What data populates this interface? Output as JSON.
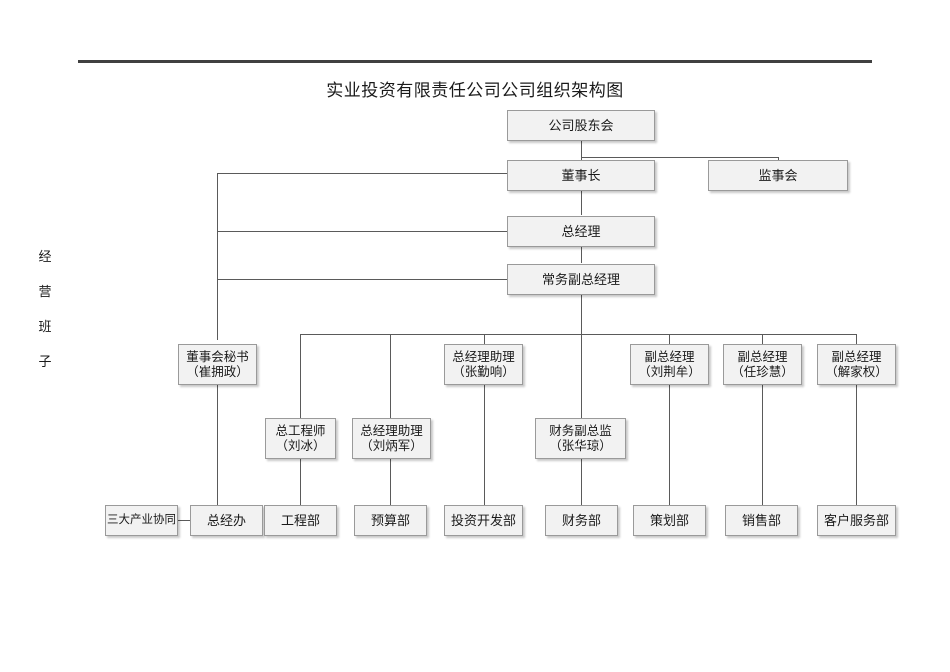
{
  "document": {
    "title": "实业投资有限责任公司公司组织架构图",
    "side_label_text": "经营班子",
    "side_label_chars": [
      "经",
      "营",
      "班",
      "子"
    ]
  },
  "style": {
    "node_fill": "#f2f2f2",
    "node_border": "#9a9a9a",
    "connector": "#5a5a5a",
    "rule": "#404040",
    "text": "#1a1a1a"
  },
  "nodes": {
    "shareholders": {
      "label": "公司股东会"
    },
    "chairman": {
      "label": "董事长"
    },
    "supervisors": {
      "label": "监事会"
    },
    "general_manager": {
      "label": "总经理"
    },
    "exec_deputy_gm": {
      "label": "常务副总经理"
    },
    "board_secretary": {
      "line1": "董事会秘书",
      "line2": "（崔拥政）"
    },
    "gm_assistant_zhang": {
      "line1": "总经理助理",
      "line2": "（张勤响）"
    },
    "deputy_gm_liu": {
      "line1": "副总经理",
      "line2": "（刘荆牟）"
    },
    "deputy_gm_ren": {
      "line1": "副总经理",
      "line2": "（任珍慧）"
    },
    "deputy_gm_xie": {
      "line1": "副总经理",
      "line2": "（解家权）"
    },
    "chief_engineer": {
      "line1": "总工程师",
      "line2": "（刘冰）"
    },
    "gm_assistant_liu": {
      "line1": "总经理助理",
      "line2": "（刘炳军）"
    },
    "finance_deputy_director": {
      "line1": "财务副总监",
      "line2": "（张华琼）"
    },
    "three_industry_synergy": {
      "label": "三大产业协同"
    },
    "dept_gm_office": {
      "label": "总经办"
    },
    "dept_engineering": {
      "label": "工程部"
    },
    "dept_budget": {
      "label": "预算部"
    },
    "dept_investment": {
      "label": "投资开发部"
    },
    "dept_finance": {
      "label": "财务部"
    },
    "dept_planning": {
      "label": "策划部"
    },
    "dept_sales": {
      "label": "销售部"
    },
    "dept_customer_service": {
      "label": "客户服务部"
    }
  }
}
